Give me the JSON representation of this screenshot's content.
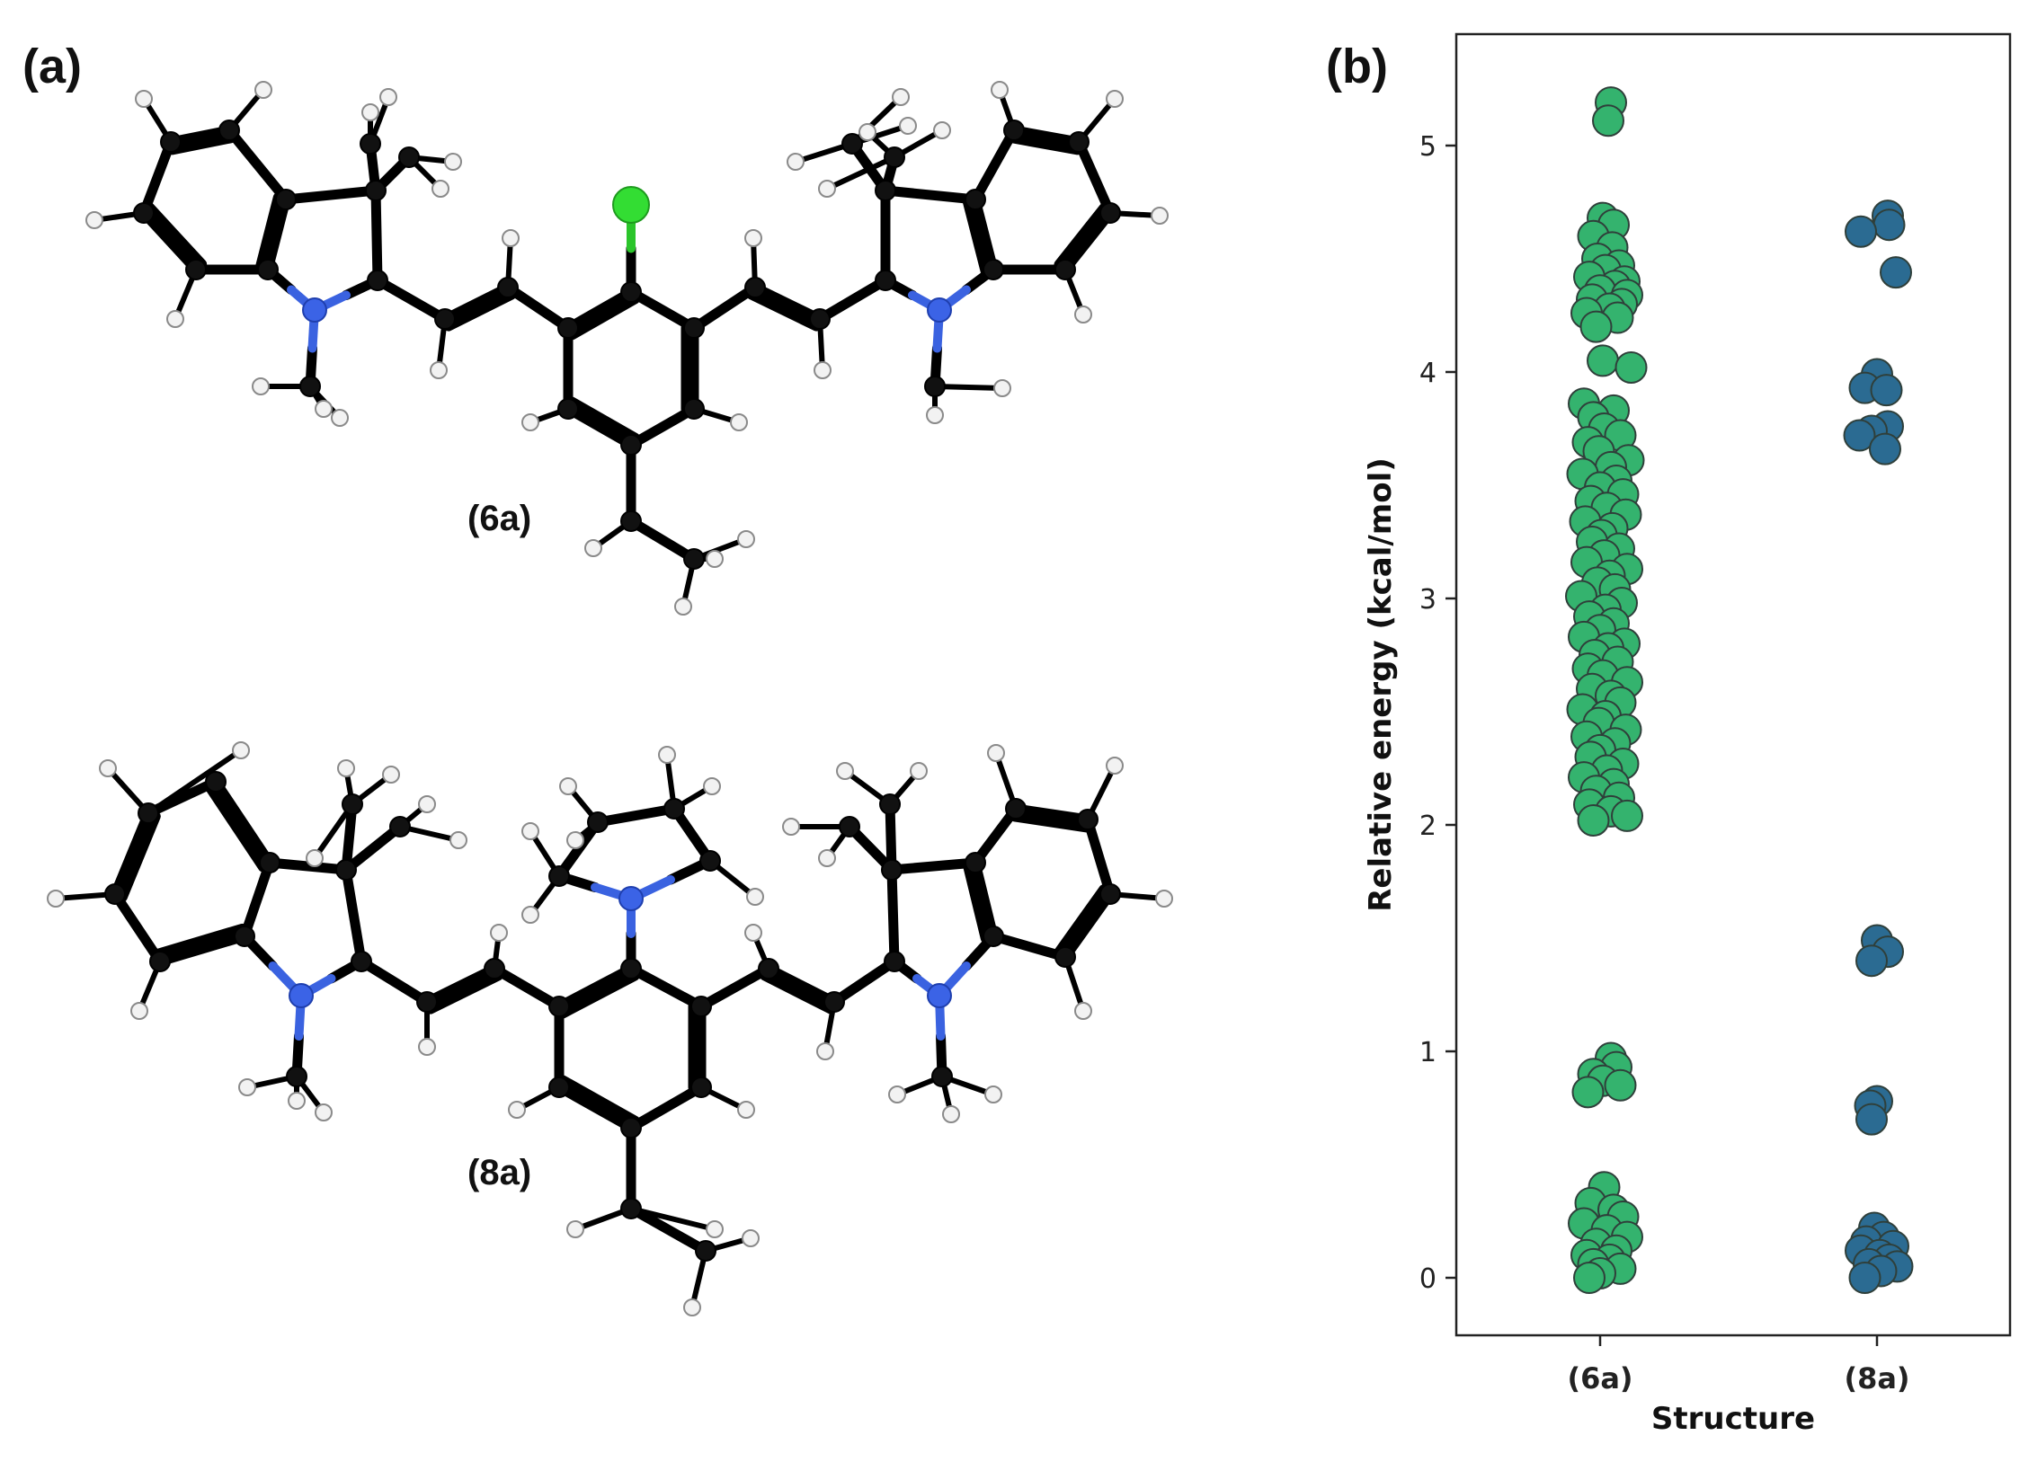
{
  "panels": {
    "a": {
      "label": "(a)"
    },
    "b": {
      "label": "(b)"
    }
  },
  "molecules": [
    {
      "label": "(6a)"
    },
    {
      "label": "(8a)"
    }
  ],
  "colors": {
    "series_6a": "#34b36e",
    "series_8a": "#2b6b92",
    "marker_edge": "#2f3f3a",
    "nitrogen": "#3b63e6",
    "chlorine": "#33dd33",
    "hydrogen": "#f2f2f2",
    "carbon": "#111111"
  },
  "chart_data": {
    "type": "scatter",
    "style": "strip plot (jittered categorical)",
    "xlabel": "Structure",
    "ylabel": "Relative energy (kcal/mol)",
    "categories": [
      "(6a)",
      "(8a)"
    ],
    "ylim": [
      -0.25,
      5.5
    ],
    "yticks": [
      0,
      1,
      2,
      3,
      4,
      5
    ],
    "grid": false,
    "legend": "none",
    "series": [
      {
        "category": "(6a)",
        "values": [
          5.19,
          5.11,
          4.68,
          4.65,
          4.6,
          4.55,
          4.5,
          4.47,
          4.45,
          4.42,
          4.4,
          4.38,
          4.36,
          4.34,
          4.32,
          4.3,
          4.28,
          4.26,
          4.24,
          4.2,
          4.05,
          4.02,
          3.86,
          3.83,
          3.8,
          3.75,
          3.72,
          3.69,
          3.65,
          3.61,
          3.58,
          3.55,
          3.52,
          3.49,
          3.46,
          3.43,
          3.4,
          3.37,
          3.34,
          3.31,
          3.28,
          3.25,
          3.22,
          3.19,
          3.16,
          3.13,
          3.1,
          3.07,
          3.04,
          3.01,
          2.98,
          2.95,
          2.92,
          2.89,
          2.86,
          2.83,
          2.8,
          2.78,
          2.75,
          2.72,
          2.69,
          2.66,
          2.63,
          2.6,
          2.57,
          2.54,
          2.51,
          2.48,
          2.45,
          2.42,
          2.39,
          2.36,
          2.33,
          2.3,
          2.27,
          2.24,
          2.21,
          2.18,
          2.15,
          2.12,
          2.09,
          2.06,
          2.04,
          2.02,
          0.97,
          0.93,
          0.9,
          0.87,
          0.85,
          0.82,
          0.4,
          0.33,
          0.3,
          0.27,
          0.24,
          0.21,
          0.18,
          0.15,
          0.12,
          0.1,
          0.08,
          0.06,
          0.04,
          0.02,
          0.0
        ],
        "offsets": [
          0.08,
          0.06,
          0.02,
          0.1,
          -0.05,
          0.09,
          -0.02,
          0.14,
          0.04,
          -0.08,
          0.18,
          0.11,
          0.0,
          0.2,
          -0.06,
          0.16,
          0.07,
          -0.1,
          0.13,
          -0.03,
          0.02,
          0.23,
          -0.12,
          0.1,
          -0.05,
          0.03,
          0.15,
          -0.09,
          -0.01,
          0.21,
          0.08,
          -0.13,
          0.12,
          0.0,
          0.17,
          -0.07,
          0.05,
          0.19,
          -0.11,
          0.09,
          0.01,
          -0.06,
          0.14,
          0.03,
          -0.1,
          0.2,
          0.07,
          -0.02,
          0.11,
          -0.14,
          0.16,
          0.04,
          -0.08,
          0.1,
          0.0,
          -0.12,
          0.18,
          0.06,
          -0.04,
          0.13,
          -0.09,
          0.02,
          0.2,
          -0.06,
          0.08,
          0.15,
          -0.13,
          0.04,
          -0.01,
          0.19,
          -0.1,
          0.11,
          0.0,
          -0.07,
          0.17,
          0.05,
          -0.12,
          0.1,
          -0.03,
          0.14,
          -0.08,
          0.08,
          0.2,
          -0.05,
          0.08,
          0.12,
          -0.05,
          0.02,
          0.15,
          -0.09,
          0.03,
          -0.07,
          0.1,
          0.17,
          -0.12,
          0.05,
          0.2,
          -0.03,
          0.12,
          -0.1,
          0.07,
          -0.05,
          0.15,
          0.0,
          -0.08
        ]
      },
      {
        "category": "(8a)",
        "values": [
          4.69,
          4.65,
          4.62,
          4.44,
          3.99,
          3.93,
          3.92,
          3.76,
          3.74,
          3.72,
          3.66,
          1.49,
          1.44,
          1.4,
          0.78,
          0.76,
          0.7,
          0.22,
          0.18,
          0.16,
          0.14,
          0.12,
          0.1,
          0.08,
          0.06,
          0.05,
          0.03,
          0.0
        ],
        "offsets": [
          0.08,
          0.09,
          -0.12,
          0.14,
          0.0,
          -0.09,
          0.07,
          0.08,
          -0.04,
          -0.13,
          0.06,
          0.0,
          0.08,
          -0.04,
          0.0,
          -0.05,
          -0.04,
          -0.02,
          0.05,
          -0.08,
          0.12,
          -0.12,
          0.02,
          0.09,
          -0.06,
          0.15,
          0.03,
          -0.09
        ]
      }
    ]
  }
}
